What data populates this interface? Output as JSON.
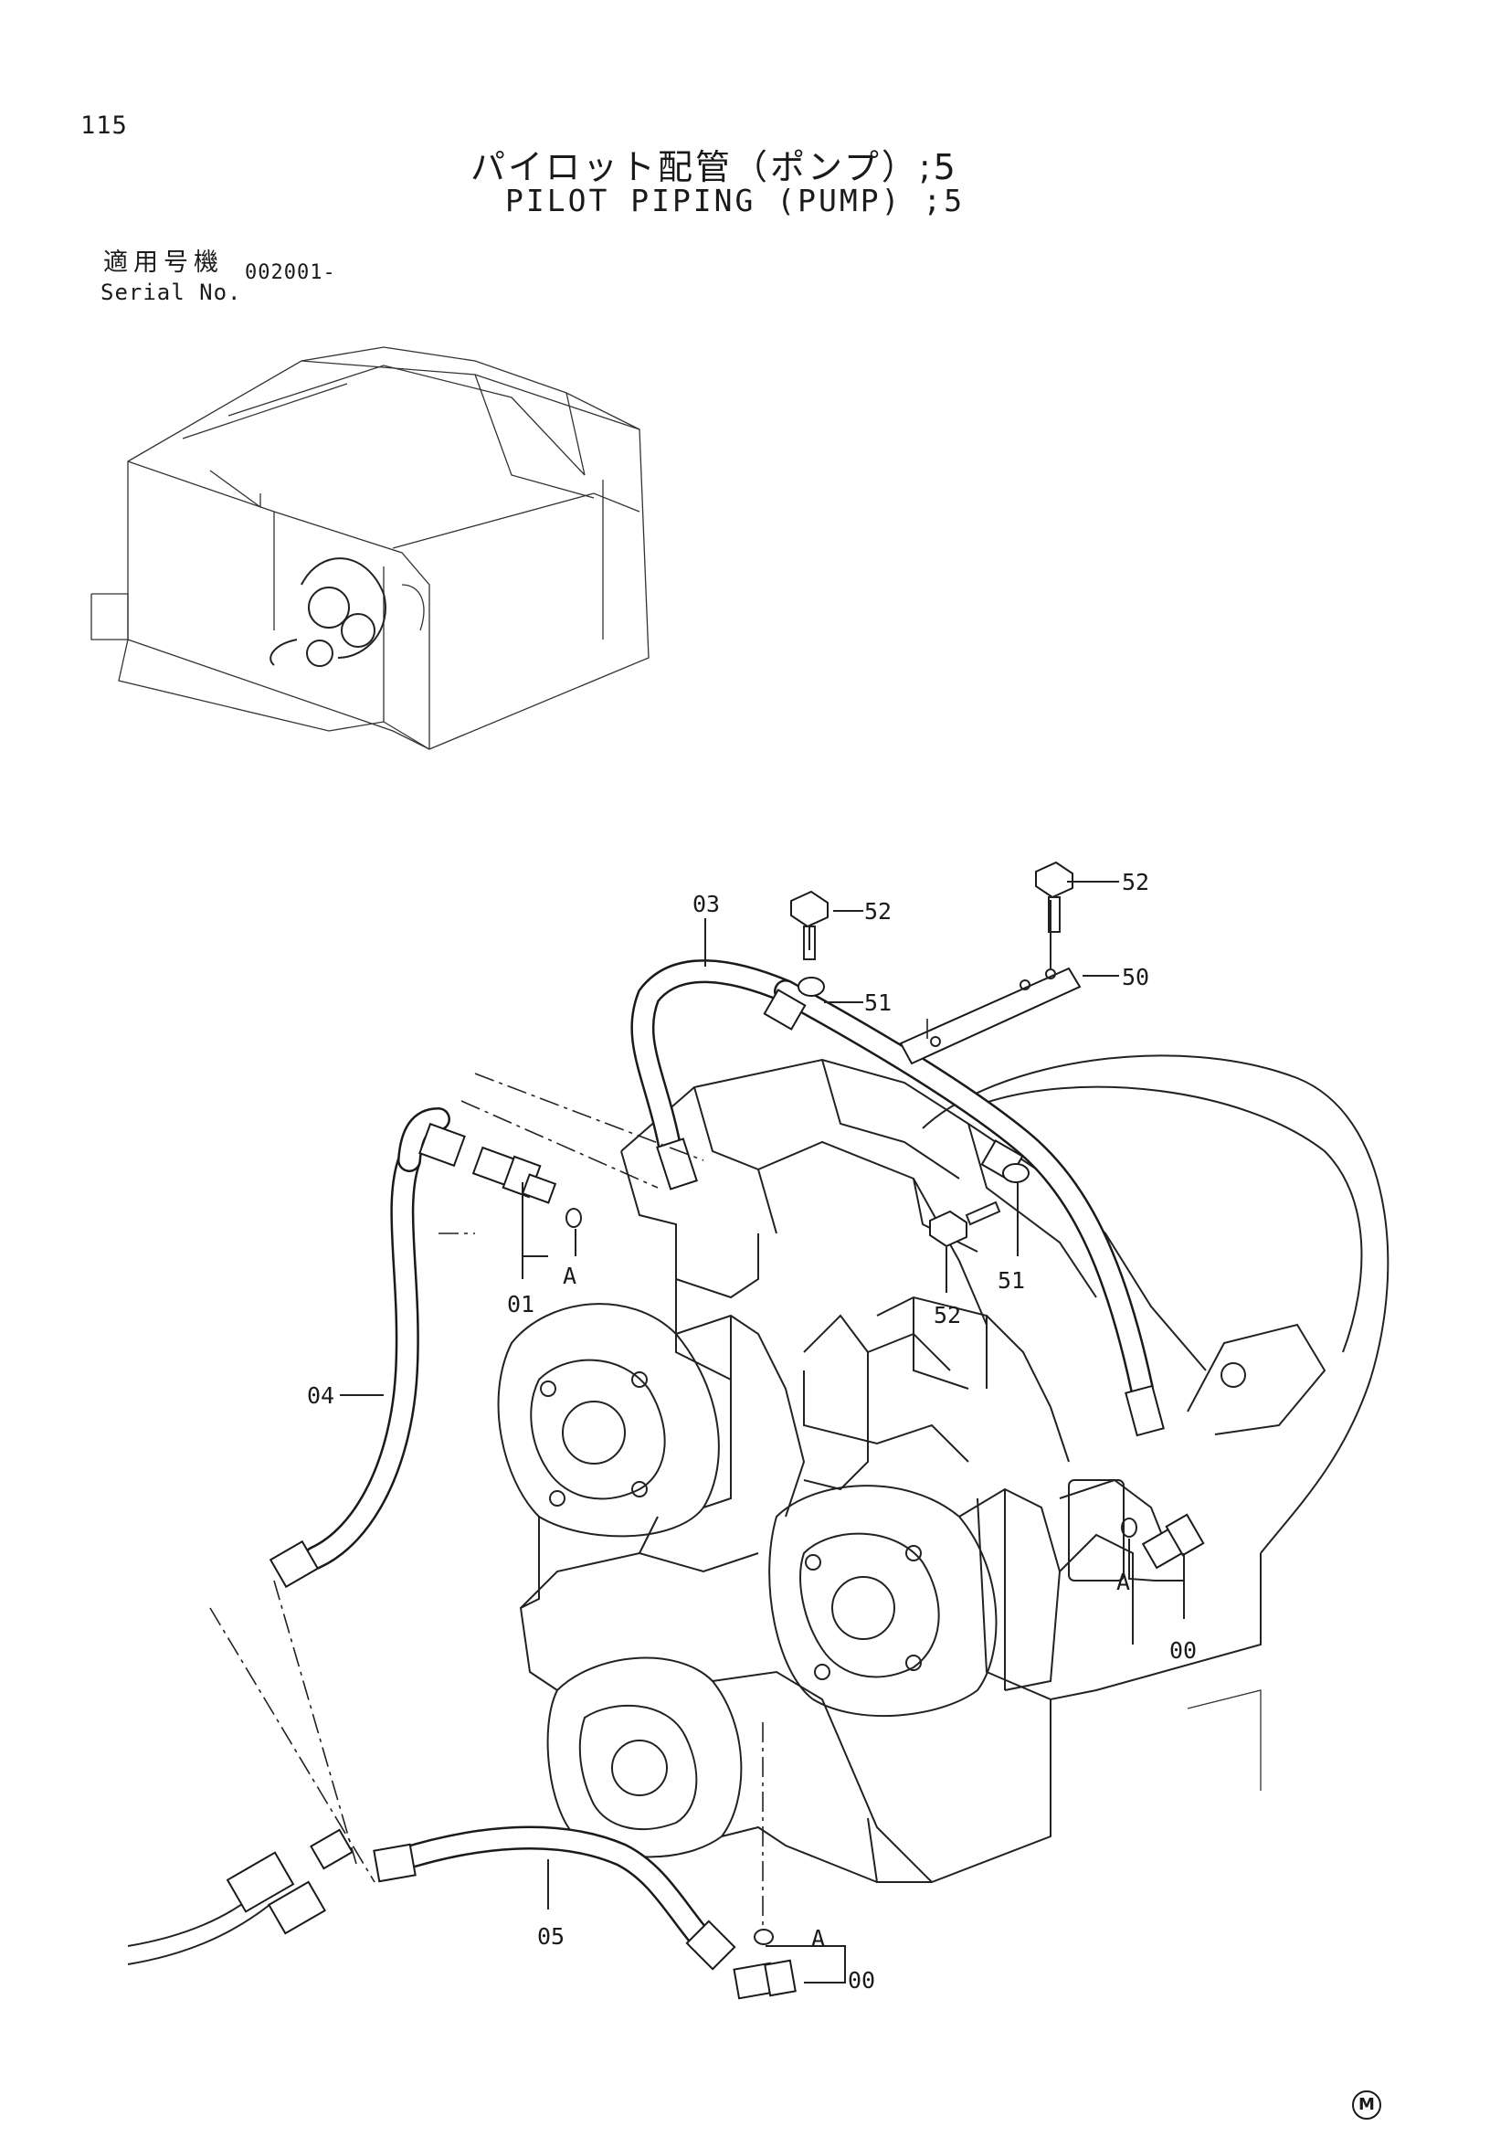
{
  "page_number": "115",
  "title_ja": "パイロット配管（ポンプ）;5",
  "title_en": "PILOT PIPING (PUMP) ;5",
  "serial": {
    "label_ja": "適用号機",
    "label_en": "Serial No.",
    "value": "002001-"
  },
  "callouts": {
    "c03": "03",
    "c52a": "52",
    "c52b": "52",
    "c51a": "51",
    "c50": "50",
    "c52c": "52",
    "c51b": "51",
    "c01": "01",
    "cA1": "A",
    "c04": "04",
    "cA2": "A",
    "c00a": "00",
    "c05": "05",
    "cA3": "A",
    "c00b": "00"
  },
  "footer_mark": "M"
}
